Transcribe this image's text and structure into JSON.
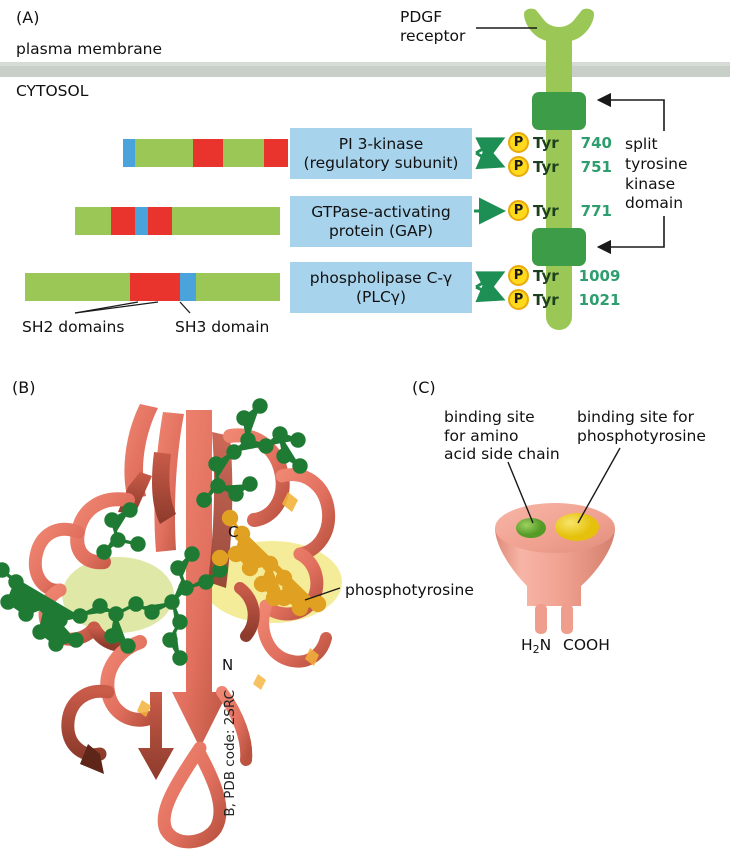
{
  "panels": {
    "a": {
      "letter": "(A)"
    },
    "b": {
      "letter": "(B)",
      "credit": "B, PDB code: 2SRC",
      "n_label": "N",
      "c_label": "C",
      "pty_label": "phosphotyrosine"
    },
    "c": {
      "letter": "(C)"
    }
  },
  "membrane": {
    "outside_label": "plasma membrane",
    "inside_label": "CYTOSOL",
    "color": "#c8cec8"
  },
  "receptor": {
    "name": "PDGF receptor",
    "name_line1": "PDGF",
    "name_line2": "receptor",
    "stalk_color": "#9ac755",
    "kinase_color": "#3d9c47",
    "kinase_annotation": "split tyrosine kinase domain",
    "kinase_annotation_lines": [
      "split",
      "tyrosine",
      "kinase",
      "domain"
    ]
  },
  "phospho_sites": [
    {
      "p": "P",
      "residue": "Tyr",
      "number": "740"
    },
    {
      "p": "P",
      "residue": "Tyr",
      "number": "751"
    },
    {
      "p": "P",
      "residue": "Tyr",
      "number": "771"
    },
    {
      "p": "P",
      "residue": "Tyr",
      "number": "1009"
    },
    {
      "p": "P",
      "residue": "Tyr",
      "number": "1021"
    }
  ],
  "signaling_proteins": [
    {
      "box_line1": "PI 3-kinase",
      "box_line2": "(regulatory subunit)",
      "bar_segments": [
        {
          "type": "sh3",
          "color": "#4ba3db",
          "width": 12
        },
        {
          "type": "linker",
          "color": "#9ac755",
          "width": 58
        },
        {
          "type": "sh2",
          "color": "#e8342c",
          "width": 30
        },
        {
          "type": "linker",
          "color": "#9ac755",
          "width": 41
        },
        {
          "type": "sh2",
          "color": "#e8342c",
          "width": 24
        }
      ]
    },
    {
      "box_line1": "GTPase-activating",
      "box_line2": "protein (GAP)",
      "bar_segments": [
        {
          "type": "linker",
          "color": "#9ac755",
          "width": 36
        },
        {
          "type": "sh2",
          "color": "#e8342c",
          "width": 24
        },
        {
          "type": "sh3",
          "color": "#4ba3db",
          "width": 13
        },
        {
          "type": "sh2",
          "color": "#e8342c",
          "width": 24
        },
        {
          "type": "linker",
          "color": "#9ac755",
          "width": 108
        }
      ]
    },
    {
      "box_line1": "phospholipase C-γ",
      "box_line2": "(PLCγ)",
      "bar_segments": [
        {
          "type": "linker",
          "color": "#9ac755",
          "width": 105
        },
        {
          "type": "sh2",
          "color": "#e8342c",
          "width": 25
        },
        {
          "type": "sh2",
          "color": "#e8342c",
          "width": 25
        },
        {
          "type": "sh3",
          "color": "#4ba3db",
          "width": 16
        },
        {
          "type": "linker",
          "color": "#9ac755",
          "width": 84
        }
      ]
    }
  ],
  "domain_key": {
    "sh2_label": "SH2 domains",
    "sh3_label": "SH3 domain",
    "sh2_color": "#e8342c",
    "sh3_color": "#4ba3db",
    "linker_color": "#9ac755"
  },
  "panel_c": {
    "left_label_lines": [
      "binding site",
      "for amino",
      "acid side chain"
    ],
    "right_label_lines": [
      "binding site for",
      "phosphotyrosine"
    ],
    "amino_terminus": "H₂N",
    "carboxy_terminus": "COOH",
    "body_color": "#f0a08f",
    "amino_pocket_color": "#6fb33a",
    "pty_pocket_color": "#f2d118"
  },
  "panel_b": {
    "ribbon_color": "#e2705f",
    "sidechain_green": "#1f7a33",
    "phosphotyrosine_orange": "#e0a021",
    "highlight_green": "#d5e08a",
    "highlight_yellow": "#f4ea8e"
  },
  "colors": {
    "label_box_fill": "#a7d3ec",
    "arrow_green": "#1e8f54",
    "tyr_number_green": "#2f9e6e"
  }
}
